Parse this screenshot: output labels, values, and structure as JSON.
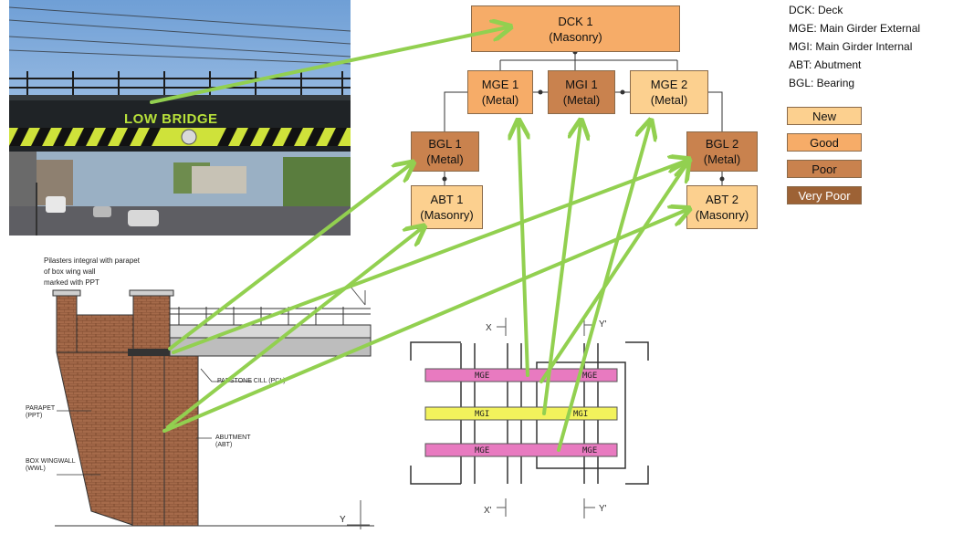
{
  "photo": {
    "sign_text": "LOW BRIDGE"
  },
  "nodes": {
    "dck1": {
      "name": "DCK 1",
      "material": "(Masonry)"
    },
    "mge1": {
      "name": "MGE 1",
      "material": "(Metal)"
    },
    "mgi1": {
      "name": "MGI 1",
      "material": "(Metal)"
    },
    "mge2": {
      "name": "MGE 2",
      "material": "(Metal)"
    },
    "bgl1": {
      "name": "BGL 1",
      "material": "(Metal)"
    },
    "bgl2": {
      "name": "BGL 2",
      "material": "(Metal)"
    },
    "abt1": {
      "name": "ABT 1",
      "material": "(Masonry)"
    },
    "abt2": {
      "name": "ABT 2",
      "material": "(Masonry)"
    }
  },
  "abbreviations": [
    "DCK: Deck",
    "MGE: Main Girder External",
    "MGI: Main Girder Internal",
    "ABT: Abutment",
    "BGL: Bearing"
  ],
  "legend": [
    {
      "label": "New",
      "color": "#fcd08f"
    },
    {
      "label": "Good",
      "color": "#f6ac68"
    },
    {
      "label": "Poor",
      "color": "#c9824e"
    },
    {
      "label": "Very Poor",
      "color": "#9d6235"
    }
  ],
  "colors": {
    "arrow": "#92d050",
    "very_poor_text": "#ffffff"
  },
  "elevation": {
    "note": [
      "Pilasters integral with parapet",
      "of box wing wall",
      "marked with PPT"
    ],
    "padstone": "PADSTONE CILL (PCL)",
    "parapet": [
      "PARAPET",
      "(PPT)"
    ],
    "wingwall": [
      "BOX WINGWALL",
      "(WWL)"
    ],
    "abutment": [
      "ABUTMENT",
      "(ABT)"
    ],
    "section_y": "Y"
  },
  "plan": {
    "girders": [
      "MGE",
      "MGE",
      "MGI",
      "MGI",
      "MGE",
      "MGE"
    ],
    "x_top": "X",
    "x_bottom": "X'",
    "y_top": "Y'",
    "y_bottom": "Y'"
  }
}
